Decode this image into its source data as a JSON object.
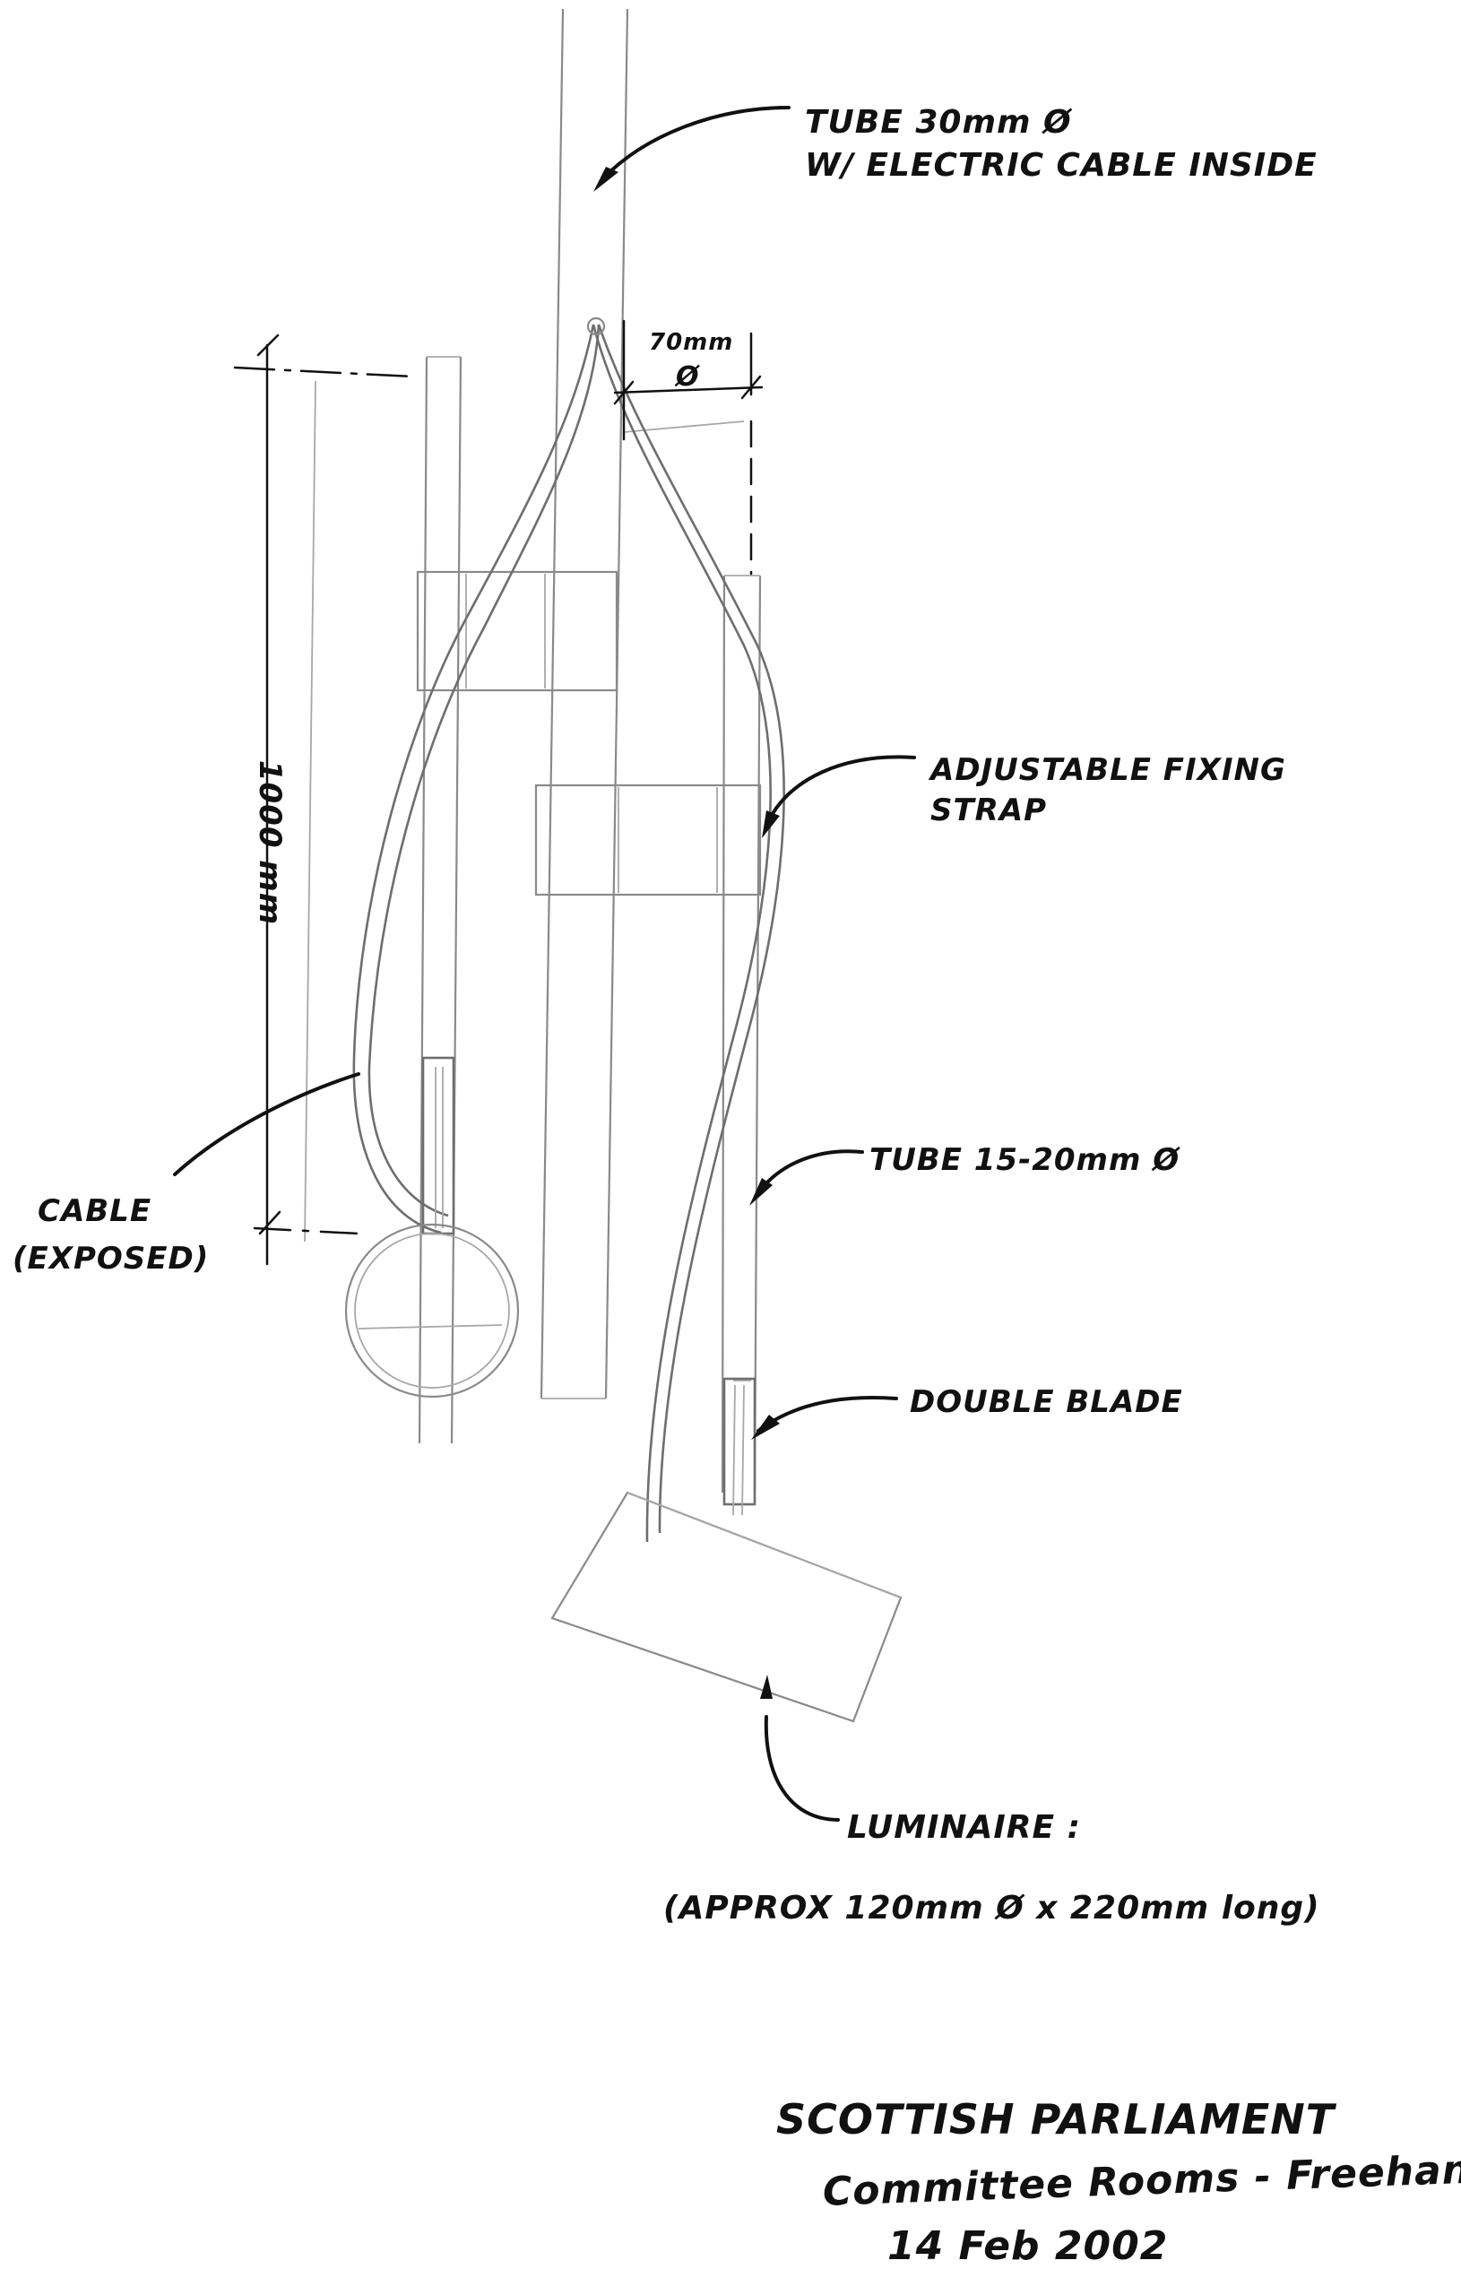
{
  "labels": {
    "tube_main": [
      "TUBE 30mm Ø",
      "W/ ELECTRIC CABLE INSIDE"
    ],
    "width_dim": [
      "70mm",
      "Ø"
    ],
    "height_dim": "1000 mm",
    "fixing_strap": [
      "ADJUSTABLE FIXING",
      "STRAP"
    ],
    "cable": [
      "CABLE",
      "(EXPOSED)"
    ],
    "tube_small": "TUBE 15-20mm Ø",
    "double_blade": "DOUBLE BLADE",
    "luminaire": [
      "LUMINAIRE :",
      "(APPROX 120mm Ø x 220mm long)"
    ]
  },
  "title_block": {
    "line1": "SCOTTISH PARLIAMENT",
    "line2": "Committee Rooms - Freehanging",
    "line3": "14 Feb 2002"
  },
  "colors": {
    "ink": "#111111",
    "pencil": "#8a8a8a",
    "paper": "#ffffff"
  }
}
